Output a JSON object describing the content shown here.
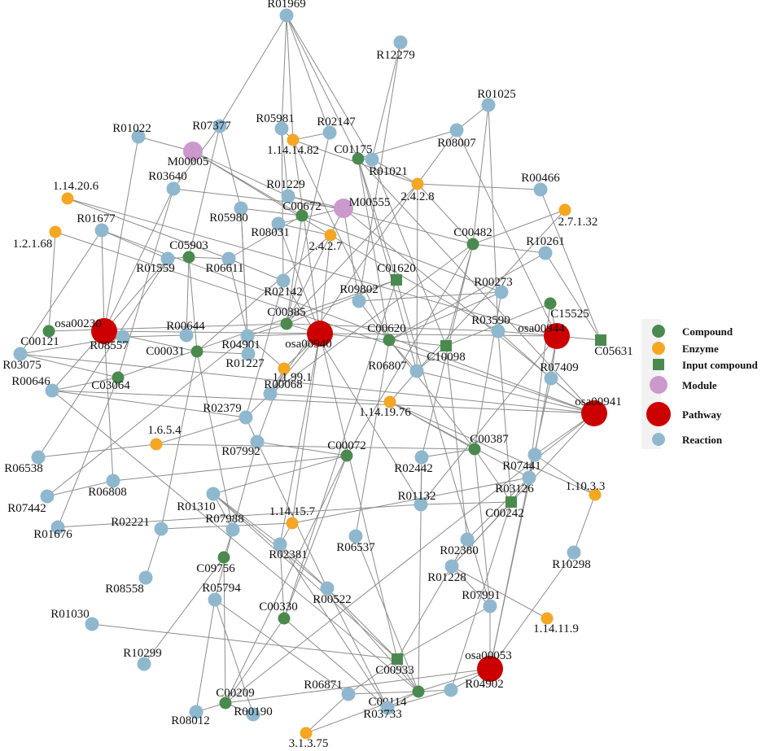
{
  "legend": {
    "items": [
      {
        "key": "compound",
        "label": "Compound"
      },
      {
        "key": "enzyme",
        "label": "Enzyme"
      },
      {
        "key": "input",
        "label": "Input compound"
      },
      {
        "key": "module",
        "label": "Module"
      },
      {
        "key": "pathway",
        "label": "Pathway"
      },
      {
        "key": "reaction",
        "label": "Reaction"
      }
    ]
  },
  "colors": {
    "compound": "#4a8a4e",
    "enzyme": "#f5a623",
    "input": "#4a8a4e",
    "module": "#cc99cc",
    "pathway": "#cc0000",
    "reaction": "#8fb8cf",
    "edge": "#8c8c8c"
  },
  "nodes": [
    {
      "id": "R01969",
      "type": "reaction"
    },
    {
      "id": "R12279",
      "type": "reaction"
    },
    {
      "id": "R01025",
      "type": "reaction"
    },
    {
      "id": "R08007",
      "type": "reaction"
    },
    {
      "id": "R01022",
      "type": "reaction"
    },
    {
      "id": "R07377",
      "type": "reaction"
    },
    {
      "id": "M00005",
      "type": "module"
    },
    {
      "id": "R05981",
      "type": "reaction"
    },
    {
      "id": "R02147",
      "type": "reaction"
    },
    {
      "id": "1.14.14.82",
      "type": "enzyme"
    },
    {
      "id": "C01175",
      "type": "compound"
    },
    {
      "id": "R01021",
      "type": "reaction"
    },
    {
      "id": "R00466",
      "type": "reaction"
    },
    {
      "id": "R03640",
      "type": "reaction"
    },
    {
      "id": "1.14.20.6",
      "type": "enzyme"
    },
    {
      "id": "R01229",
      "type": "reaction"
    },
    {
      "id": "M00555",
      "type": "module"
    },
    {
      "id": "2.4.2.8",
      "type": "enzyme"
    },
    {
      "id": "2.7.1.32",
      "type": "enzyme"
    },
    {
      "id": "R05980",
      "type": "reaction"
    },
    {
      "id": "C00672",
      "type": "compound"
    },
    {
      "id": "R01677",
      "type": "reaction"
    },
    {
      "id": "R08031",
      "type": "reaction"
    },
    {
      "id": "1.2.1.68",
      "type": "enzyme"
    },
    {
      "id": "2.4.2.7",
      "type": "enzyme"
    },
    {
      "id": "C00482",
      "type": "compound"
    },
    {
      "id": "R10261",
      "type": "reaction"
    },
    {
      "id": "C05903",
      "type": "compound"
    },
    {
      "id": "R01559",
      "type": "reaction"
    },
    {
      "id": "R06611",
      "type": "reaction"
    },
    {
      "id": "C01620",
      "type": "input"
    },
    {
      "id": "R02142",
      "type": "reaction"
    },
    {
      "id": "R09802",
      "type": "reaction"
    },
    {
      "id": "R00273",
      "type": "reaction"
    },
    {
      "id": "C15525",
      "type": "compound"
    },
    {
      "id": "osa00230",
      "type": "pathway"
    },
    {
      "id": "C00385",
      "type": "compound"
    },
    {
      "id": "R03590",
      "type": "reaction"
    },
    {
      "id": "osa00944",
      "type": "pathway"
    },
    {
      "id": "C00121",
      "type": "compound"
    },
    {
      "id": "R08557",
      "type": "reaction"
    },
    {
      "id": "R00644",
      "type": "reaction"
    },
    {
      "id": "C00031",
      "type": "compound"
    },
    {
      "id": "R04901",
      "type": "reaction"
    },
    {
      "id": "osa00940",
      "type": "pathway"
    },
    {
      "id": "C00620",
      "type": "compound"
    },
    {
      "id": "C05631",
      "type": "input"
    },
    {
      "id": "R03075",
      "type": "reaction"
    },
    {
      "id": "R01227",
      "type": "reaction"
    },
    {
      "id": "C10098",
      "type": "input"
    },
    {
      "id": "1.1.99.1",
      "type": "enzyme"
    },
    {
      "id": "R06807",
      "type": "reaction"
    },
    {
      "id": "R07409",
      "type": "reaction"
    },
    {
      "id": "C03064",
      "type": "compound"
    },
    {
      "id": "R00646",
      "type": "reaction"
    },
    {
      "id": "R00068",
      "type": "reaction"
    },
    {
      "id": "1.14.19.76",
      "type": "enzyme"
    },
    {
      "id": "osa00941",
      "type": "pathway"
    },
    {
      "id": "R02379",
      "type": "reaction"
    },
    {
      "id": "1.6.5.4",
      "type": "enzyme"
    },
    {
      "id": "C00387",
      "type": "compound"
    },
    {
      "id": "R07992",
      "type": "reaction"
    },
    {
      "id": "C00072",
      "type": "compound"
    },
    {
      "id": "R06538",
      "type": "reaction"
    },
    {
      "id": "R02442",
      "type": "reaction"
    },
    {
      "id": "R07441",
      "type": "reaction"
    },
    {
      "id": "R06808",
      "type": "reaction"
    },
    {
      "id": "R03126",
      "type": "reaction"
    },
    {
      "id": "1.10.3.3",
      "type": "enzyme"
    },
    {
      "id": "R07442",
      "type": "reaction"
    },
    {
      "id": "R01310",
      "type": "reaction"
    },
    {
      "id": "R01132",
      "type": "reaction"
    },
    {
      "id": "C00242",
      "type": "input"
    },
    {
      "id": "R02221",
      "type": "reaction"
    },
    {
      "id": "R07988",
      "type": "reaction"
    },
    {
      "id": "1.14.15.7",
      "type": "enzyme"
    },
    {
      "id": "R01676",
      "type": "reaction"
    },
    {
      "id": "R06537",
      "type": "reaction"
    },
    {
      "id": "R02380",
      "type": "reaction"
    },
    {
      "id": "R02381",
      "type": "reaction"
    },
    {
      "id": "C09756",
      "type": "compound"
    },
    {
      "id": "R10298",
      "type": "reaction"
    },
    {
      "id": "R01228",
      "type": "reaction"
    },
    {
      "id": "R08558",
      "type": "reaction"
    },
    {
      "id": "R05794",
      "type": "reaction"
    },
    {
      "id": "R00522",
      "type": "reaction"
    },
    {
      "id": "R07991",
      "type": "reaction"
    },
    {
      "id": "C00330",
      "type": "compound"
    },
    {
      "id": "R01030",
      "type": "reaction"
    },
    {
      "id": "1.14.11.9",
      "type": "enzyme"
    },
    {
      "id": "osa00053",
      "type": "pathway"
    },
    {
      "id": "R10299",
      "type": "reaction"
    },
    {
      "id": "C00933",
      "type": "input"
    },
    {
      "id": "R04902",
      "type": "reaction"
    },
    {
      "id": "C00209",
      "type": "compound"
    },
    {
      "id": "C00114",
      "type": "compound"
    },
    {
      "id": "R06871",
      "type": "reaction"
    },
    {
      "id": "R08012",
      "type": "reaction"
    },
    {
      "id": "R00190",
      "type": "reaction"
    },
    {
      "id": "R03733",
      "type": "reaction"
    },
    {
      "id": "3.1.3.75",
      "type": "enzyme"
    }
  ],
  "edges": [
    [
      "R01969",
      "R05981"
    ],
    [
      "R01969",
      "R02147"
    ],
    [
      "R01969",
      "1.14.14.82"
    ],
    [
      "R01969",
      "R07377"
    ],
    [
      "R01969",
      "C01175"
    ],
    [
      "R01969",
      "R01021"
    ],
    [
      "R12279",
      "R01021"
    ],
    [
      "R12279",
      "R09802"
    ],
    [
      "R01025",
      "R08007"
    ],
    [
      "R01025",
      "C00482"
    ],
    [
      "R01025",
      "R03590"
    ],
    [
      "R08007",
      "C01175"
    ],
    [
      "R08007",
      "2.4.2.8"
    ],
    [
      "R08007",
      "osa00944"
    ],
    [
      "R01022",
      "M00005"
    ],
    [
      "R01022",
      "osa00230"
    ],
    [
      "R07377",
      "R03640"
    ],
    [
      "R07377",
      "C05903"
    ],
    [
      "R07377",
      "R05980"
    ],
    [
      "M00005",
      "R01229"
    ],
    [
      "M00005",
      "C00672"
    ],
    [
      "M00005",
      "2.4.2.7"
    ],
    [
      "R05981",
      "1.14.14.82"
    ],
    [
      "R05981",
      "R01229"
    ],
    [
      "R05981",
      "R02142"
    ],
    [
      "R02147",
      "1.14.14.82"
    ],
    [
      "R02147",
      "C00385"
    ],
    [
      "1.14.14.82",
      "osa00940"
    ],
    [
      "1.14.14.82",
      "C00620"
    ],
    [
      "1.14.14.82",
      "2.4.2.8"
    ],
    [
      "C01175",
      "R01021"
    ],
    [
      "C01175",
      "C01620"
    ],
    [
      "C01175",
      "C00620"
    ],
    [
      "C01175",
      "osa00941"
    ],
    [
      "C01175",
      "R06807"
    ],
    [
      "R01021",
      "2.4.2.8"
    ],
    [
      "R01021",
      "C10098"
    ],
    [
      "R00466",
      "2.4.2.8"
    ],
    [
      "R00466",
      "C05631"
    ],
    [
      "R03640",
      "M00555"
    ],
    [
      "R03640",
      "C03064"
    ],
    [
      "R03640",
      "osa00230"
    ],
    [
      "1.14.20.6",
      "R06611"
    ],
    [
      "1.14.20.6",
      "osa00944"
    ],
    [
      "R01229",
      "M00555"
    ],
    [
      "R01229",
      "C00482"
    ],
    [
      "M00555",
      "R08031"
    ],
    [
      "M00555",
      "C00385"
    ],
    [
      "M00555",
      "osa00941"
    ],
    [
      "M00555",
      "R09802"
    ],
    [
      "2.4.2.8",
      "C00482"
    ],
    [
      "2.4.2.8",
      "C00385"
    ],
    [
      "2.4.2.8",
      "R00068"
    ],
    [
      "2.4.2.8",
      "R06807"
    ],
    [
      "2.7.1.32",
      "C00482"
    ],
    [
      "2.7.1.32",
      "R06807"
    ],
    [
      "R05980",
      "C00672"
    ],
    [
      "R05980",
      "R01227"
    ],
    [
      "R05980",
      "R04901"
    ],
    [
      "C00672",
      "C00385"
    ],
    [
      "C00672",
      "R00273"
    ],
    [
      "C00672",
      "R06611"
    ],
    [
      "R01677",
      "R01559"
    ],
    [
      "R01677",
      "osa00230"
    ],
    [
      "R01677",
      "R03075"
    ],
    [
      "R01677",
      "osa00941"
    ],
    [
      "R08031",
      "2.4.2.7"
    ],
    [
      "R08031",
      "osa00940"
    ],
    [
      "1.2.1.68",
      "C00121"
    ],
    [
      "1.2.1.68",
      "osa00941"
    ],
    [
      "2.4.2.7",
      "osa00940"
    ],
    [
      "2.4.2.7",
      "R03590"
    ],
    [
      "2.4.2.7",
      "C00031"
    ],
    [
      "C00482",
      "R10261"
    ],
    [
      "C00482",
      "C10098"
    ],
    [
      "C00482",
      "R02442"
    ],
    [
      "C00482",
      "R00068"
    ],
    [
      "C00482",
      "C00072"
    ],
    [
      "R10261",
      "C00620"
    ],
    [
      "R10261",
      "C05631"
    ],
    [
      "C05903",
      "R01559"
    ],
    [
      "C05903",
      "R06611"
    ],
    [
      "C05903",
      "C00031"
    ],
    [
      "C05903",
      "R00644"
    ],
    [
      "R01559",
      "R06538"
    ],
    [
      "R01559",
      "osa00230"
    ],
    [
      "R06611",
      "R04901"
    ],
    [
      "R06611",
      "R02142"
    ],
    [
      "C01620",
      "C00385"
    ],
    [
      "C01620",
      "C03064"
    ],
    [
      "C01620",
      "R07991"
    ],
    [
      "C01620",
      "C00330"
    ],
    [
      "R02142",
      "R02379"
    ],
    [
      "R02142",
      "R01132"
    ],
    [
      "R09802",
      "R00273"
    ],
    [
      "R09802",
      "C00387"
    ],
    [
      "R00273",
      "C00620"
    ],
    [
      "R00273",
      "C00387"
    ],
    [
      "C15525",
      "osa00944"
    ],
    [
      "C15525",
      "C10098"
    ],
    [
      "C15525",
      "R03126"
    ],
    [
      "osa00230",
      "R08557"
    ],
    [
      "osa00230",
      "C00031"
    ],
    [
      "osa00230",
      "R00646"
    ],
    [
      "osa00230",
      "R06808"
    ],
    [
      "osa00230",
      "osa00944"
    ],
    [
      "C00385",
      "osa00940"
    ],
    [
      "C00385",
      "R04901"
    ],
    [
      "C00385",
      "C00121"
    ],
    [
      "C00385",
      "R03590"
    ],
    [
      "R03590",
      "osa00944"
    ],
    [
      "R03590",
      "R07409"
    ],
    [
      "R03590",
      "C00242"
    ],
    [
      "osa00944",
      "C05631"
    ],
    [
      "osa00944",
      "R07409"
    ],
    [
      "osa00944",
      "R01132"
    ],
    [
      "osa00944",
      "R07441"
    ],
    [
      "R08557",
      "R00644"
    ],
    [
      "R08557",
      "R03075"
    ],
    [
      "C00031",
      "R01227"
    ],
    [
      "C00031",
      "R07988"
    ],
    [
      "C00031",
      "R02221"
    ],
    [
      "R04901",
      "osa00940"
    ],
    [
      "R04901",
      "1.1.99.1"
    ],
    [
      "R04901",
      "R07442"
    ],
    [
      "osa00940",
      "C00620"
    ],
    [
      "osa00940",
      "1.1.99.1"
    ],
    [
      "osa00940",
      "R00068"
    ],
    [
      "osa00940",
      "R02381"
    ],
    [
      "osa00940",
      "C00933"
    ],
    [
      "osa00940",
      "1.14.15.7"
    ],
    [
      "C00620",
      "C10098"
    ],
    [
      "C00620",
      "R06807"
    ],
    [
      "C00620",
      "R06537"
    ],
    [
      "R03075",
      "C03064"
    ],
    [
      "R03075",
      "osa00941"
    ],
    [
      "C10098",
      "R06807"
    ],
    [
      "C10098",
      "R02380"
    ],
    [
      "1.1.99.1",
      "R07992"
    ],
    [
      "1.1.99.1",
      "R00068"
    ],
    [
      "R06807",
      "1.14.19.76"
    ],
    [
      "R06807",
      "osa00941"
    ],
    [
      "R07409",
      "osa00941"
    ],
    [
      "R07409",
      "R03126"
    ],
    [
      "C03064",
      "R00646"
    ],
    [
      "C03064",
      "R01676"
    ],
    [
      "R00646",
      "R02379"
    ],
    [
      "R00646",
      "osa00941"
    ],
    [
      "R00646",
      "C00114"
    ],
    [
      "R00068",
      "R02379"
    ],
    [
      "R00068",
      "1.14.19.76"
    ],
    [
      "1.14.19.76",
      "C00387"
    ],
    [
      "1.14.19.76",
      "R03126"
    ],
    [
      "1.14.19.76",
      "1.10.3.3"
    ],
    [
      "osa00941",
      "R07441"
    ],
    [
      "osa00941",
      "R01228"
    ],
    [
      "osa00941",
      "C00209"
    ],
    [
      "R02379",
      "1.6.5.4"
    ],
    [
      "R02379",
      "R07992"
    ],
    [
      "1.6.5.4",
      "R06538"
    ],
    [
      "1.6.5.4",
      "C00387"
    ],
    [
      "C00387",
      "R02442"
    ],
    [
      "C00387",
      "C00242"
    ],
    [
      "C00387",
      "R07991"
    ],
    [
      "R07992",
      "C00072"
    ],
    [
      "R07992",
      "R07988"
    ],
    [
      "R07992",
      "R00522"
    ],
    [
      "C00072",
      "R01310"
    ],
    [
      "C00072",
      "C00209"
    ],
    [
      "C00072",
      "C00330"
    ],
    [
      "R02442",
      "R01132"
    ],
    [
      "R02442",
      "C00114"
    ],
    [
      "R07441",
      "1.10.3.3"
    ],
    [
      "R07441",
      "osa00053"
    ],
    [
      "R06808",
      "C00072"
    ],
    [
      "R06808",
      "R07442"
    ],
    [
      "R03126",
      "C00242"
    ],
    [
      "R03126",
      "R02380"
    ],
    [
      "R03126",
      "osa00053"
    ],
    [
      "1.10.3.3",
      "R10298"
    ],
    [
      "R01310",
      "R07988"
    ],
    [
      "R01310",
      "R02381"
    ],
    [
      "R01310",
      "C00933"
    ],
    [
      "R01310",
      "R00522"
    ],
    [
      "R01132",
      "C00242"
    ],
    [
      "R01132",
      "R01676"
    ],
    [
      "C00242",
      "R01228"
    ],
    [
      "C00242",
      "R04902"
    ],
    [
      "R02221",
      "1.14.15.7"
    ],
    [
      "R02221",
      "R08558"
    ],
    [
      "R07988",
      "C09756"
    ],
    [
      "R07988",
      "R05794"
    ],
    [
      "1.14.15.7",
      "R02381"
    ],
    [
      "1.14.15.7",
      "R03126"
    ],
    [
      "R06537",
      "C00114"
    ],
    [
      "R02380",
      "R01228"
    ],
    [
      "R02380",
      "C00933"
    ],
    [
      "R02381",
      "C00330"
    ],
    [
      "R02381",
      "R00522"
    ],
    [
      "R02381",
      "R03733"
    ],
    [
      "C09756",
      "C00209"
    ],
    [
      "C09756",
      "R10299"
    ],
    [
      "R10298",
      "osa00053"
    ],
    [
      "R01228",
      "R07991"
    ],
    [
      "R01228",
      "1.14.11.9"
    ],
    [
      "R05794",
      "R00190"
    ],
    [
      "R05794",
      "R08012"
    ],
    [
      "R05794",
      "R06871"
    ],
    [
      "R00522",
      "C00933"
    ],
    [
      "R00522",
      "C00114"
    ],
    [
      "R00522",
      "R03733"
    ],
    [
      "R07991",
      "osa00053"
    ],
    [
      "R07991",
      "C00933"
    ],
    [
      "C00330",
      "C00209"
    ],
    [
      "C00330",
      "R03733"
    ],
    [
      "R01030",
      "C00933"
    ],
    [
      "osa00053",
      "R04902"
    ],
    [
      "osa00053",
      "C00114"
    ],
    [
      "osa00053",
      "C00209"
    ],
    [
      "C00933",
      "C00114"
    ],
    [
      "C00933",
      "R06871"
    ],
    [
      "R04902",
      "C00114"
    ],
    [
      "R04902",
      "R03733"
    ],
    [
      "C00209",
      "R00190"
    ],
    [
      "C00209",
      "R08012"
    ],
    [
      "C00114",
      "R06871"
    ],
    [
      "C00114",
      "3.1.3.75"
    ],
    [
      "C00114",
      "R03733"
    ],
    [
      "R06871",
      "3.1.3.75"
    ]
  ]
}
